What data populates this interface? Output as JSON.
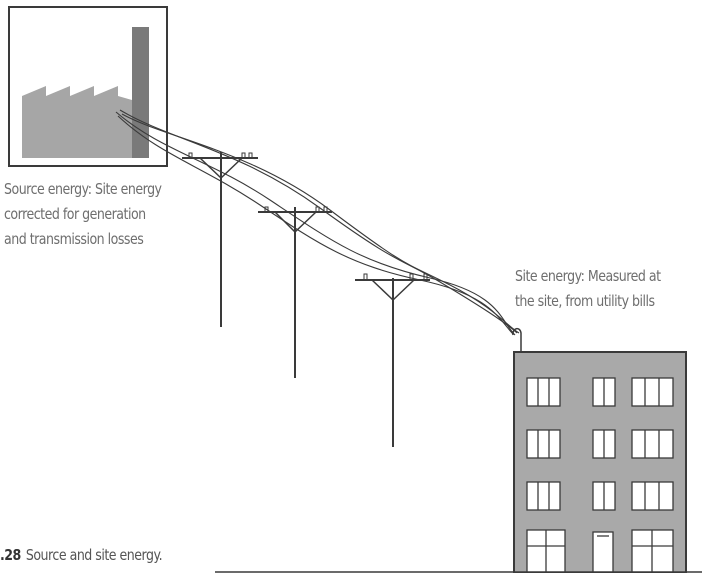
{
  "labels": {
    "source": [
      "Source energy: Site energy",
      "corrected for generation",
      "and transmission losses"
    ],
    "site": [
      "Site energy: Measured at",
      "the site, from utility bills"
    ]
  },
  "caption": {
    "number": ".28",
    "text": "Source and site energy."
  },
  "colors": {
    "line": "#3a3a3a",
    "building": "#a9a9a9",
    "factory": "#a6a6a6",
    "stack": "#7a7a7a",
    "text": "#6e6e6e"
  }
}
